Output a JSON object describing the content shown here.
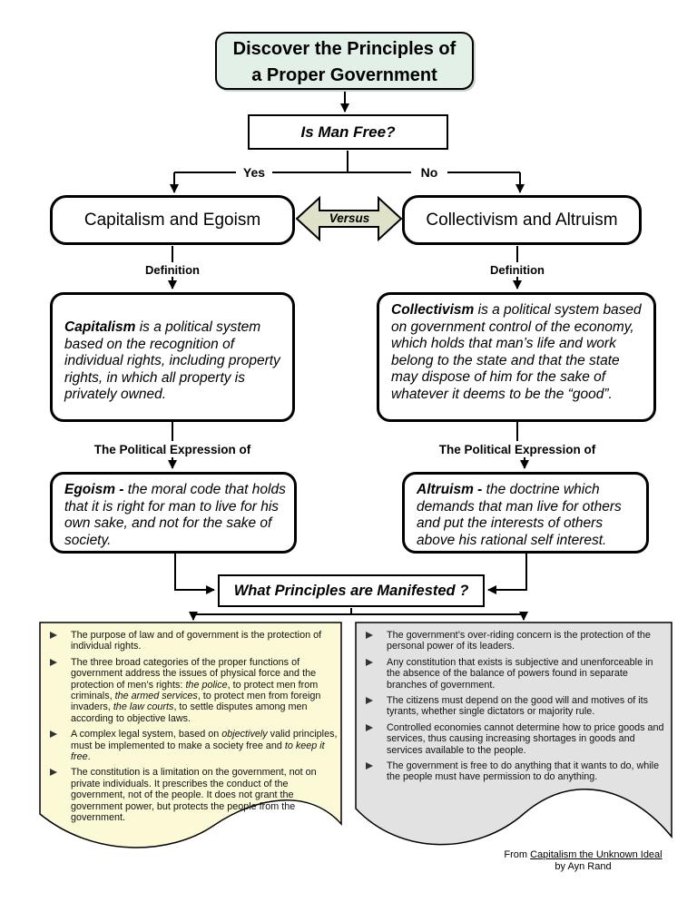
{
  "colors": {
    "title_box_fill": "#e3f0e7",
    "versus_fill": "#dfe2c8",
    "principles_left_fill": "#fbf9d6",
    "principles_right_fill": "#e2e2e2",
    "line": "#000000"
  },
  "title": {
    "line1": "Discover the Principles of",
    "line2": "a Proper Government"
  },
  "question": "Is Man Free?",
  "branch_yes": "Yes",
  "branch_no": "No",
  "versus": "Versus",
  "manifested": "What Principles are Manifested ?",
  "left": {
    "name": "Capitalism and Egoism",
    "definition_label": "Definition",
    "definition": [
      {
        "t": "Capitalism",
        "b": true
      },
      {
        "t": " is a political system based on the recognition of individual rights, including property rights, in which all property is privately owned."
      }
    ],
    "expression_label": "The Political Expression of",
    "expression": [
      {
        "t": "Egoism - ",
        "b": true
      },
      {
        "t": "the moral code that holds that it is right for man to live for his own sake, and not for the sake of society."
      }
    ],
    "principles": [
      [
        {
          "t": "The purpose of law and of government is the protection of individual rights."
        }
      ],
      [
        {
          "t": "The three broad categories of the proper functions of government address the issues of physical force and the protection of men’s rights: "
        },
        {
          "t": "the police",
          "i": true
        },
        {
          "t": ", to protect men from criminals, "
        },
        {
          "t": "the armed services",
          "i": true
        },
        {
          "t": ", to protect men from foreign invaders, "
        },
        {
          "t": "the law courts",
          "i": true
        },
        {
          "t": ", to settle disputes among men according to objective laws."
        }
      ],
      [
        {
          "t": "A complex legal system, based on "
        },
        {
          "t": "objectively",
          "i": true
        },
        {
          "t": " valid principles, must be implemented to make a society free and "
        },
        {
          "t": "to keep it free",
          "i": true
        },
        {
          "t": "."
        }
      ],
      [
        {
          "t": "The constitution is a limitation on the government, not on private individuals. It prescribes the conduct of the government, not of the people. It does not grant the government power, but protects the people from the government."
        }
      ]
    ]
  },
  "right": {
    "name": "Collectivism and Altruism",
    "definition_label": "Definition",
    "definition": [
      {
        "t": "Collectivism",
        "b": true
      },
      {
        "t": " is a political system based on government control of the economy, which holds that man’s life and work belong to the state and that the state may dispose of him for the sake of whatever it deems to be the “good”."
      }
    ],
    "expression_label": "The Political Expression of",
    "expression": [
      {
        "t": "Altruism - ",
        "b": true
      },
      {
        "t": "the doctrine which demands that man live for others and put the interests of others above his rational self interest."
      }
    ],
    "principles": [
      [
        {
          "t": "The government’s over-riding concern is the protection of the personal power of its leaders."
        }
      ],
      [
        {
          "t": "Any constitution that exists is subjective and unenforceable in the absence of the balance of powers found in separate branches of government."
        }
      ],
      [
        {
          "t": "The citizens must depend on the good will and motives of its tyrants, whether single dictators or majority rule."
        }
      ],
      [
        {
          "t": "Controlled economies cannot determine how to price goods and services, thus causing increasing shortages in goods and services available to the people."
        }
      ],
      [
        {
          "t": "The government is free to do anything that it wants to do, while the people must have permission to do anything."
        }
      ]
    ]
  },
  "attribution": {
    "line1": [
      {
        "t": "From "
      },
      {
        "t": "Capitalism the Unknown Ideal",
        "u": true
      }
    ],
    "byline": "by Ayn Rand"
  }
}
